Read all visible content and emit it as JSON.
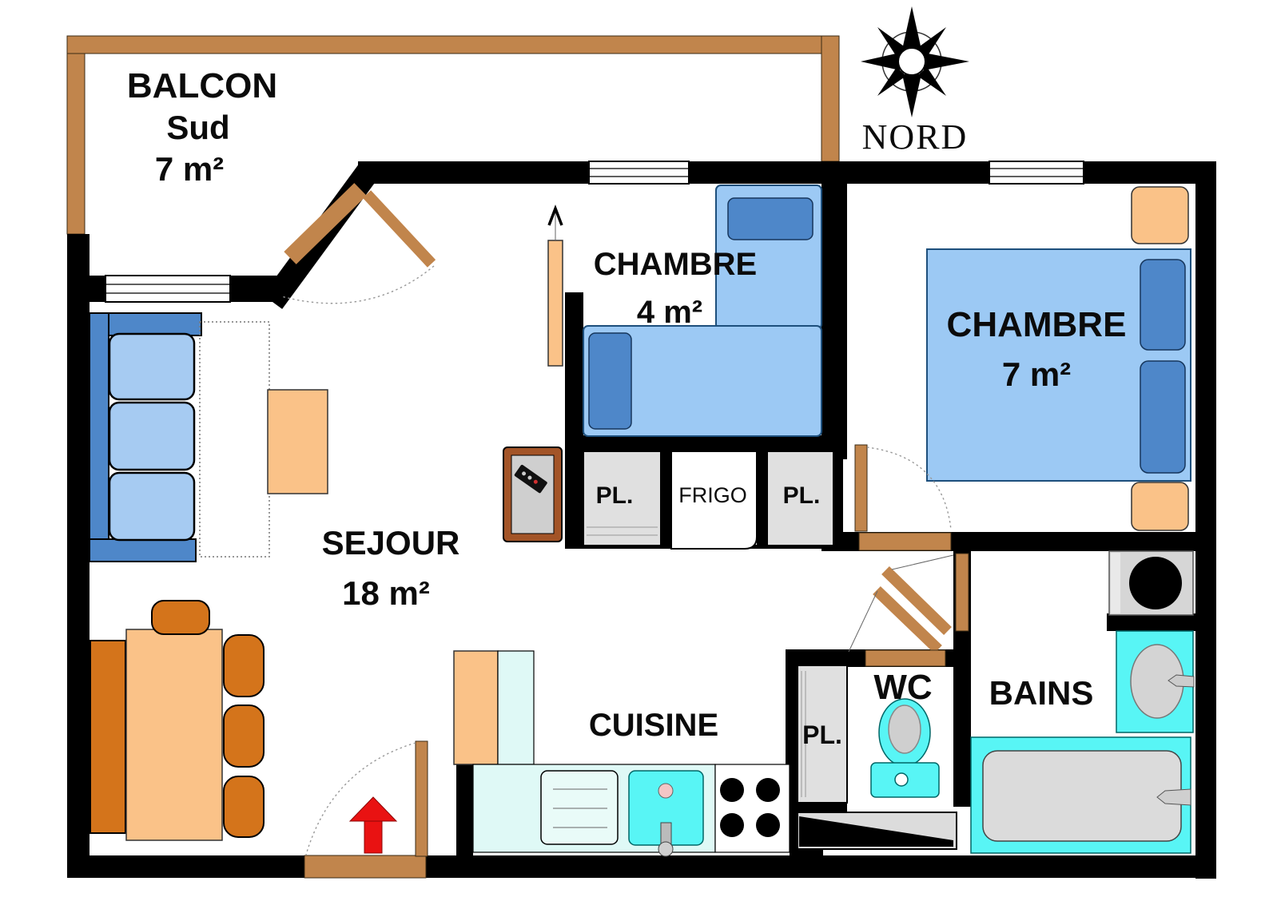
{
  "compass": {
    "north_label": "NORD"
  },
  "rooms": {
    "balcon": {
      "name": "BALCON",
      "orientation": "Sud",
      "area": "7  m²"
    },
    "chambre_small": {
      "name": "CHAMBRE",
      "area": "4 m²"
    },
    "chambre_large": {
      "name": "CHAMBRE",
      "area": "7 m²"
    },
    "sejour": {
      "name": "SEJOUR",
      "area": "18 m²"
    },
    "cuisine": {
      "name": "CUISINE"
    },
    "wc": {
      "name": "WC"
    },
    "bains": {
      "name": "BAINS"
    }
  },
  "closets": {
    "pl_hall_left": "PL.",
    "pl_hall_right": "PL.",
    "pl_wc": "PL."
  },
  "appliances": {
    "frigo": "FRIGO"
  },
  "colors": {
    "wall": "#000000",
    "wood_trim": "#C1854C",
    "furniture_light_orange": "#FAC288",
    "furniture_dark_orange": "#D4741B",
    "bed_blue": "#9CC9F4",
    "pillow_blue": "#4E87C9",
    "sofa_cushion_blue": "#A6CBF2",
    "counter_pale_cyan": "#DFF9F6",
    "fixture_cyan": "#58F5F5",
    "fixture_gray": "#D6D6D6",
    "closet_gray": "#E0E0E0",
    "entry_arrow_red": "#E91212"
  }
}
